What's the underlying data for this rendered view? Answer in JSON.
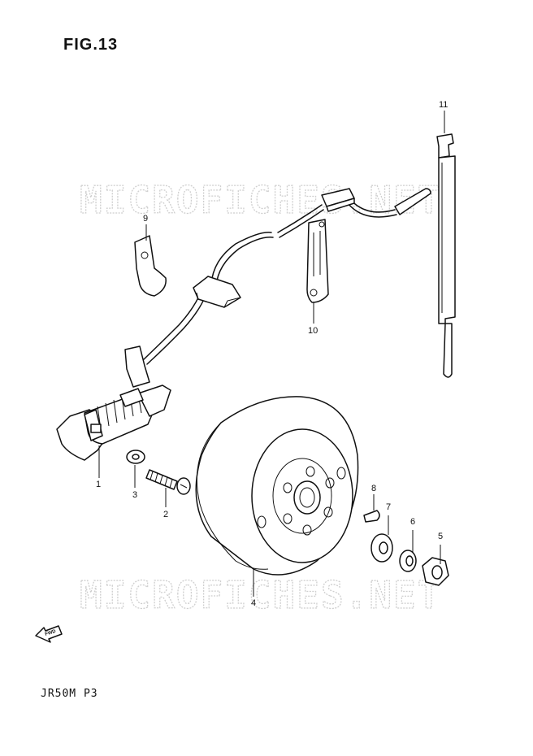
{
  "figure": {
    "title": "FIG.13",
    "model_code": "JR50M P3"
  },
  "watermark": {
    "text": "MICROFICHES.NET"
  },
  "fwd_indicator": {
    "label": "FWD"
  },
  "callouts": {
    "p1": "1",
    "p2": "2",
    "p3": "3",
    "p4": "4",
    "p5": "5",
    "p6": "6",
    "p7": "7",
    "p8": "8",
    "p9": "9",
    "p10": "10",
    "p11": "11"
  }
}
